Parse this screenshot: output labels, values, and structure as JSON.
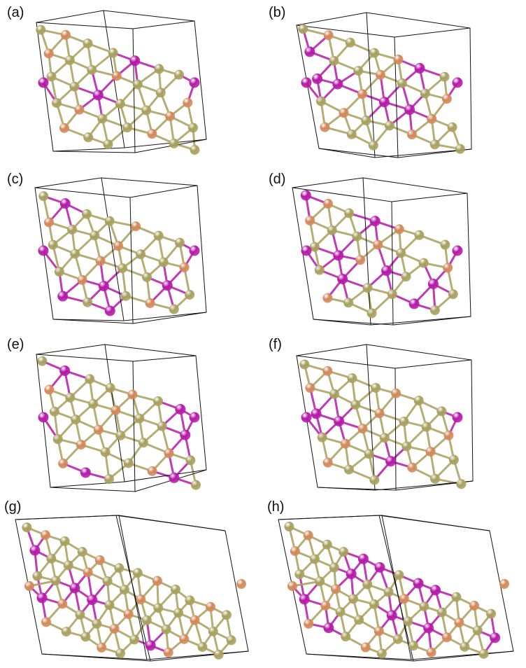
{
  "figure": {
    "colors": {
      "tan": "#a8a05e",
      "copper": "#d3885a",
      "magenta": "#b51aa8",
      "cell_line": "#111111"
    },
    "panels": [
      {
        "label": "(a)",
        "variant": 0
      },
      {
        "label": "(b)",
        "variant": 1
      },
      {
        "label": "(c)",
        "variant": 2
      },
      {
        "label": "(d)",
        "variant": 3
      },
      {
        "label": "(e)",
        "variant": 4
      },
      {
        "label": "(f)",
        "variant": 5
      },
      {
        "label": "(g)",
        "variant": 6
      },
      {
        "label": "(h)",
        "variant": 7
      }
    ]
  }
}
